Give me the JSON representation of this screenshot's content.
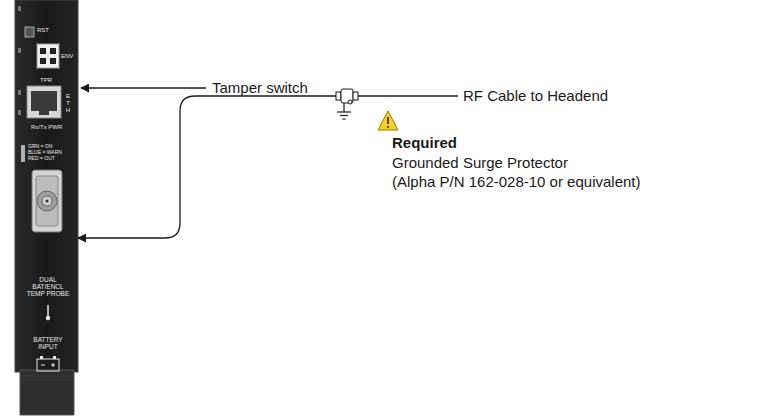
{
  "diagram": {
    "nodes": [
      {
        "text": [
          "RST",
          "ENV",
          "TPR",
          "ETH",
          "Rx/Tx PWR",
          "GRN = ON",
          "BLUE = WARN",
          "RED = OUT",
          "DUAL BAT/ENCL TEMP PROBE",
          "BATTERY INPUT"
        ]
      }
    ],
    "labels": [
      "Tamper switch",
      "RF Cable to Headend",
      "Required",
      "Grounded Surge Protector",
      "(Alpha P/N 162-028-10 or equivalent)"
    ]
  }
}
